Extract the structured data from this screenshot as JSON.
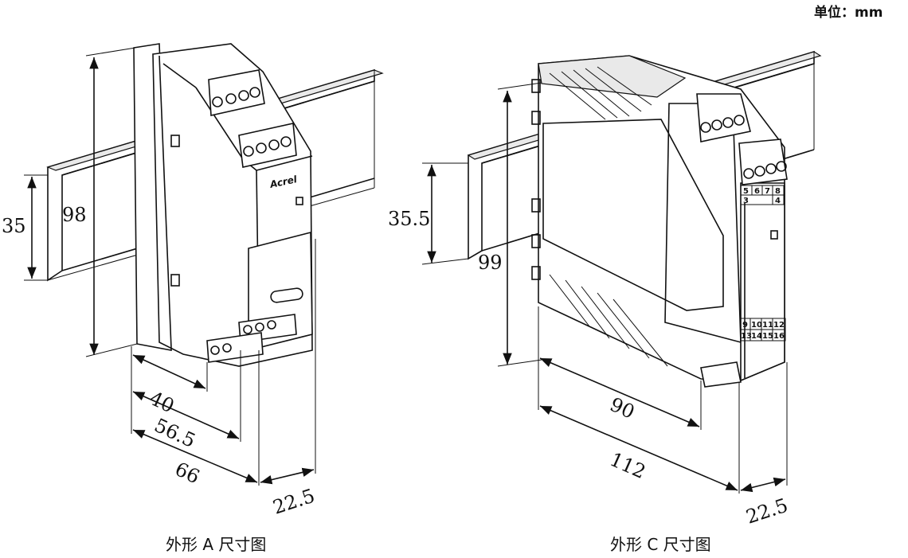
{
  "unit_label": "单位：mm",
  "figure_a": {
    "caption": "外形 A 尺寸图",
    "logo": "Acrel",
    "dims": {
      "rail_height": "35",
      "height": "98",
      "depth_40": "40",
      "depth_56_5": "56.5",
      "depth_66": "66",
      "width": "22.5"
    }
  },
  "figure_c": {
    "caption": "外形 C 尺寸图",
    "dims": {
      "rail_height": "35.5",
      "height": "99",
      "depth_90": "90",
      "depth_112": "112",
      "width": "22.5"
    },
    "terminals_top_row1": [
      "5",
      "6",
      "7",
      "8"
    ],
    "terminals_top_row2": [
      "3",
      "4"
    ],
    "terminals_bottom_row1": [
      "9",
      "10",
      "11",
      "12"
    ],
    "terminals_bottom_row2": [
      "13",
      "14",
      "15",
      "16"
    ]
  }
}
